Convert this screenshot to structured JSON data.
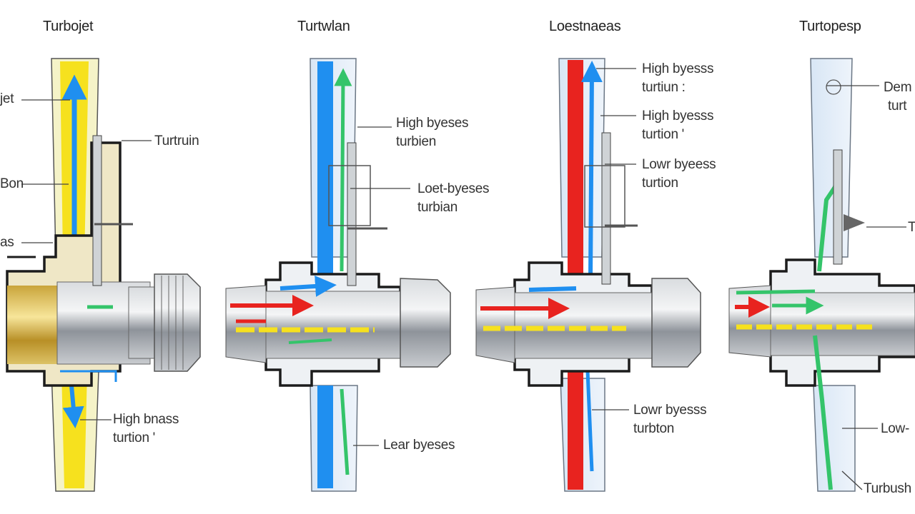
{
  "titles": {
    "engine1": "Turbojet",
    "engine2": "Turtwlan",
    "engine3": "Loestnaeas",
    "engine4": "Turtopesp"
  },
  "labels": {
    "e1_jet": "jet",
    "e1_turbine": "Turtruin",
    "e1_bon": "Bon",
    "e1_as": "as",
    "e1_hb_line1": "High bnass",
    "e1_hb_line2": "turtion '",
    "e2_hb_line1": "High byeses",
    "e2_hb_line2": "turbien",
    "e2_lb_line1": "Loet-byeses",
    "e2_lb_line2": "turbian",
    "e2_lb2": "Lear byeses",
    "e3_hb1_line1": "High byesss",
    "e3_hb1_line2": "turtiun :",
    "e3_hb2_line1": "High byesss",
    "e3_hb2_line2": "turtion '",
    "e3_lb1_line1": "Lowr byeess",
    "e3_lb1_line2": "turtion",
    "e3_lb2_line1": "Lowr byesss",
    "e3_lb2_line2": "turbton",
    "e4_top_line1": "Dem",
    "e4_top_line2": "turt",
    "e4_mid": "T",
    "e4_lo": "Low-",
    "e4_bottom": "Turbush"
  },
  "colors": {
    "yellow": "#f6e11e",
    "blue": "#1f8ff0",
    "red": "#e8231f",
    "green": "#34c46a",
    "steel": "#a9adb3",
    "outline": "#1c1c1c"
  }
}
